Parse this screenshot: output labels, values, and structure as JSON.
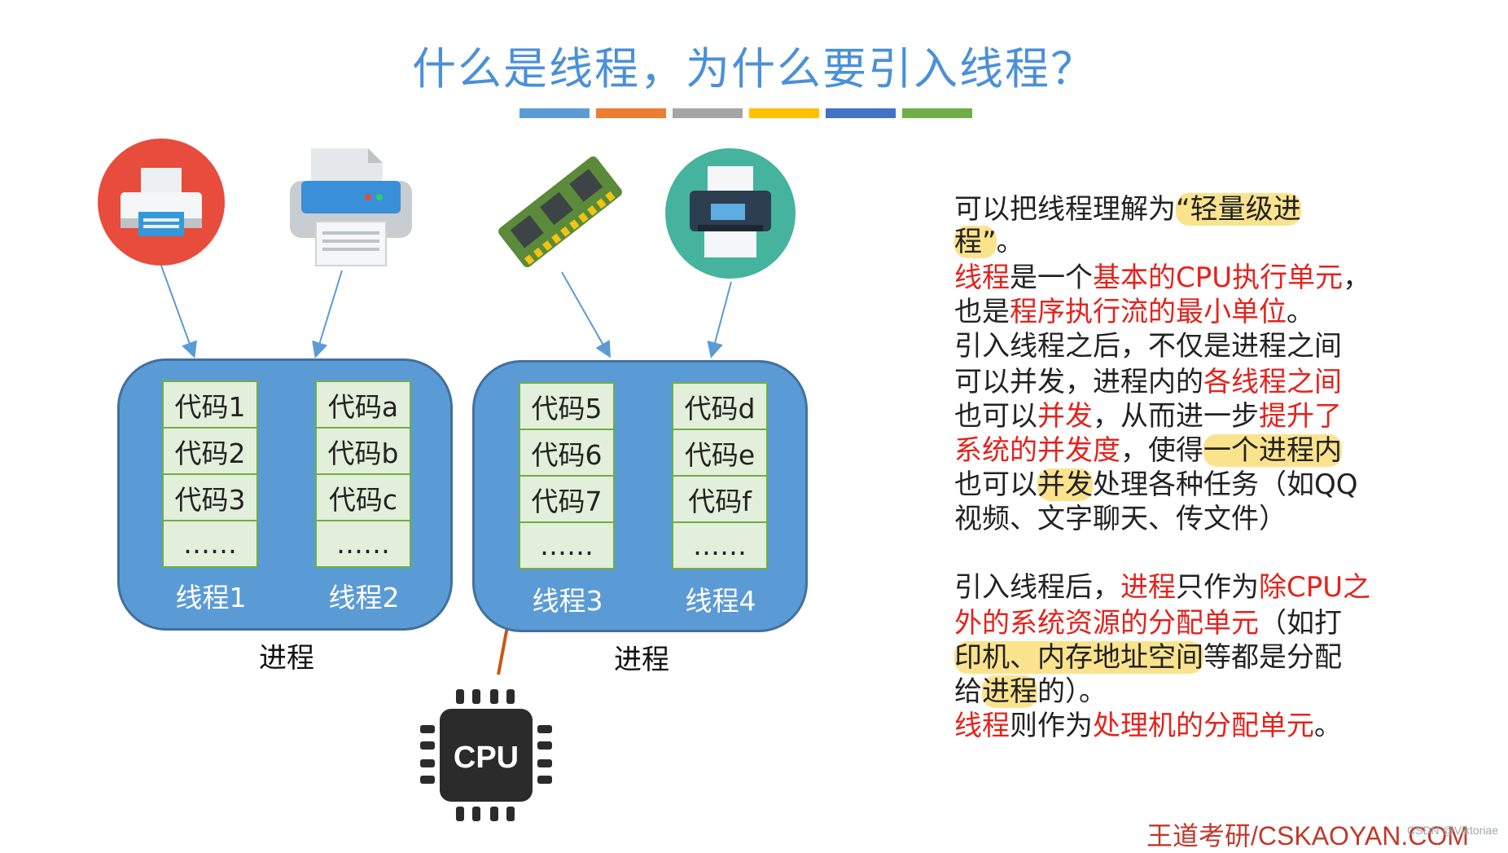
{
  "title": "什么是线程，为什么要引入线程？",
  "title_bar_colors": [
    "#5b9bd5",
    "#ed7d31",
    "#a5a5a5",
    "#ffc000",
    "#4472c4",
    "#70ad47"
  ],
  "icons": {
    "printer1": "printer-icon",
    "printer2": "printer-icon",
    "memory": "memory-chip-icon",
    "printer3": "printer-icon",
    "cpu": "cpu-chip-icon",
    "cpu_label": "CPU"
  },
  "processes": [
    {
      "label": "进程",
      "threads": [
        {
          "label": "线程1",
          "codes": [
            "代码1",
            "代码2",
            "代码3",
            "……"
          ]
        },
        {
          "label": "线程2",
          "codes": [
            "代码a",
            "代码b",
            "代码c",
            "……"
          ]
        }
      ]
    },
    {
      "label": "进程",
      "threads": [
        {
          "label": "线程3",
          "codes": [
            "代码5",
            "代码6",
            "代码7",
            "……"
          ]
        },
        {
          "label": "线程4",
          "codes": [
            "代码d",
            "代码e",
            "代码f",
            "……"
          ]
        }
      ]
    }
  ],
  "text": {
    "p1_a": "可以把线程理解为",
    "p1_b": "“轻量级进",
    "p1_c": "程”",
    "p1_d": "。",
    "l3_a": "线程",
    "l3_b": "是一个",
    "l3_c": "基本的CPU执行单元",
    "l3_d": "，",
    "l4_a": "也是",
    "l4_b": "程序执行流的最小单位",
    "l4_c": "。",
    "l5": "引入线程之后，不仅是进程之间",
    "l6_a": "可以并发，进程内的",
    "l6_b": "各线程之间",
    "l7_a": "也可以",
    "l7_b": "并发",
    "l7_c": "，从而进一步",
    "l7_d": "提升了",
    "l8_a": "系统的并发度",
    "l8_b": "，使得",
    "l8_c": "一个进程内",
    "l9_a": "也可以",
    "l9_b": "并发",
    "l9_c": "处理各种任务（如QQ",
    "l10": "视频、文字聊天、传文件）",
    "l11_a": "引入线程后，",
    "l11_b": "进程",
    "l11_c": "只作为",
    "l11_d": "除CPU之",
    "l12_a": "外的系统资源的分配单元",
    "l12_b": "（如打",
    "l13_a": "印机、内存地址空间",
    "l13_b": "等都是分配",
    "l14_a": "给",
    "l14_b": "进程",
    "l14_c": "的）。",
    "l15_a": "线程",
    "l15_b": "则作为",
    "l15_c": "处理机的分配单元",
    "l15_d": "。"
  },
  "footer": "王道考研/CSKAOYAN.COM",
  "watermark": "CSDN @Viktoriae"
}
